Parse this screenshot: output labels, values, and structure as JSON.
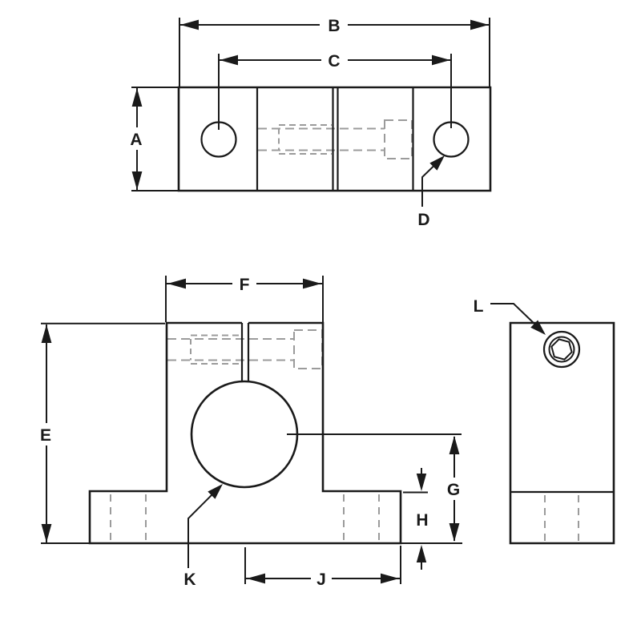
{
  "drawing": {
    "labels": {
      "a": "A",
      "b": "B",
      "c": "C",
      "d": "D",
      "e": "E",
      "f": "F",
      "g": "G",
      "h": "H",
      "j": "J",
      "k": "K",
      "l": "L"
    },
    "colors": {
      "line": "#1a1a1a",
      "hidden_line": "#9b9b9b",
      "background": "#ffffff"
    }
  }
}
